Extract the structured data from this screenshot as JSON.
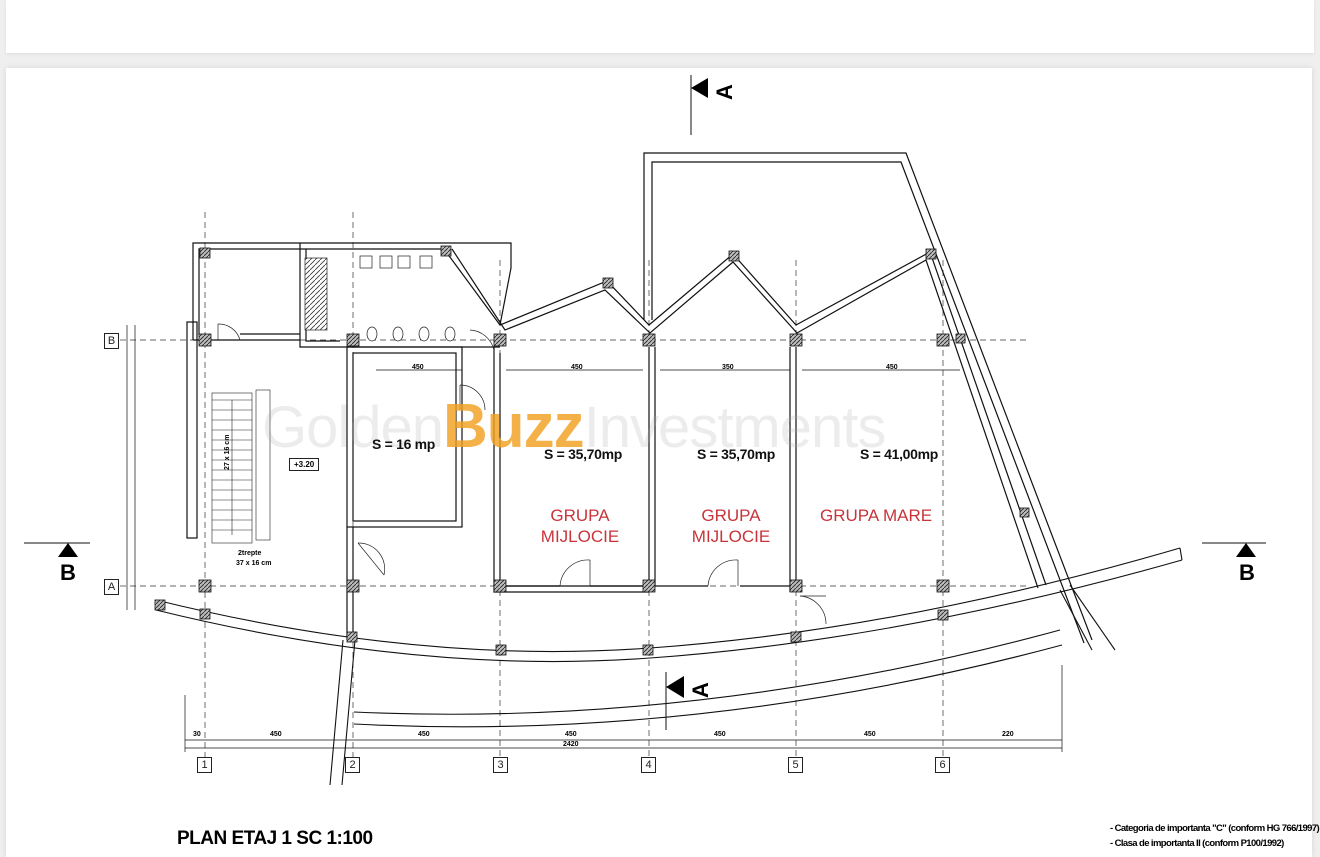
{
  "rooms": [
    {
      "area": "S = 16 mp"
    },
    {
      "area": "S = 35,70mp",
      "name_line1": "GRUPA",
      "name_line2": "MIJLOCIE"
    },
    {
      "area": "S = 35,70mp",
      "name_line1": "GRUPA",
      "name_line2": "MIJLOCIE"
    },
    {
      "area": "S = 41,00mp",
      "name_line1": "GRUPA MARE"
    }
  ],
  "axes": {
    "rows": [
      "B",
      "A"
    ],
    "columns": [
      "1",
      "2",
      "3",
      "4",
      "5",
      "6"
    ]
  },
  "sections": {
    "A": "A",
    "B": "B"
  },
  "level": "+3.20",
  "title": "PLAN  ETAJ 1  SC 1:100",
  "notes": [
    "- Categoria de importanta \"C\" (conform HG 766/1997)",
    "- Clasa de importanta II (conform P100/1992)"
  ],
  "stairs": {
    "upper": "27 x 16 cm",
    "lower": "37 x 16 cm",
    "label": "2trepte"
  },
  "dimensions": {
    "bay": "450",
    "top_a": "450",
    "top_b": "350",
    "total": "2420",
    "end": "220",
    "small": "30"
  },
  "watermark": {
    "part1": "Golden",
    "part2": "Buzz",
    "part3": "Investments"
  },
  "colors": {
    "room_label": "#c8343a",
    "watermark_accent": "#f0a01e"
  }
}
